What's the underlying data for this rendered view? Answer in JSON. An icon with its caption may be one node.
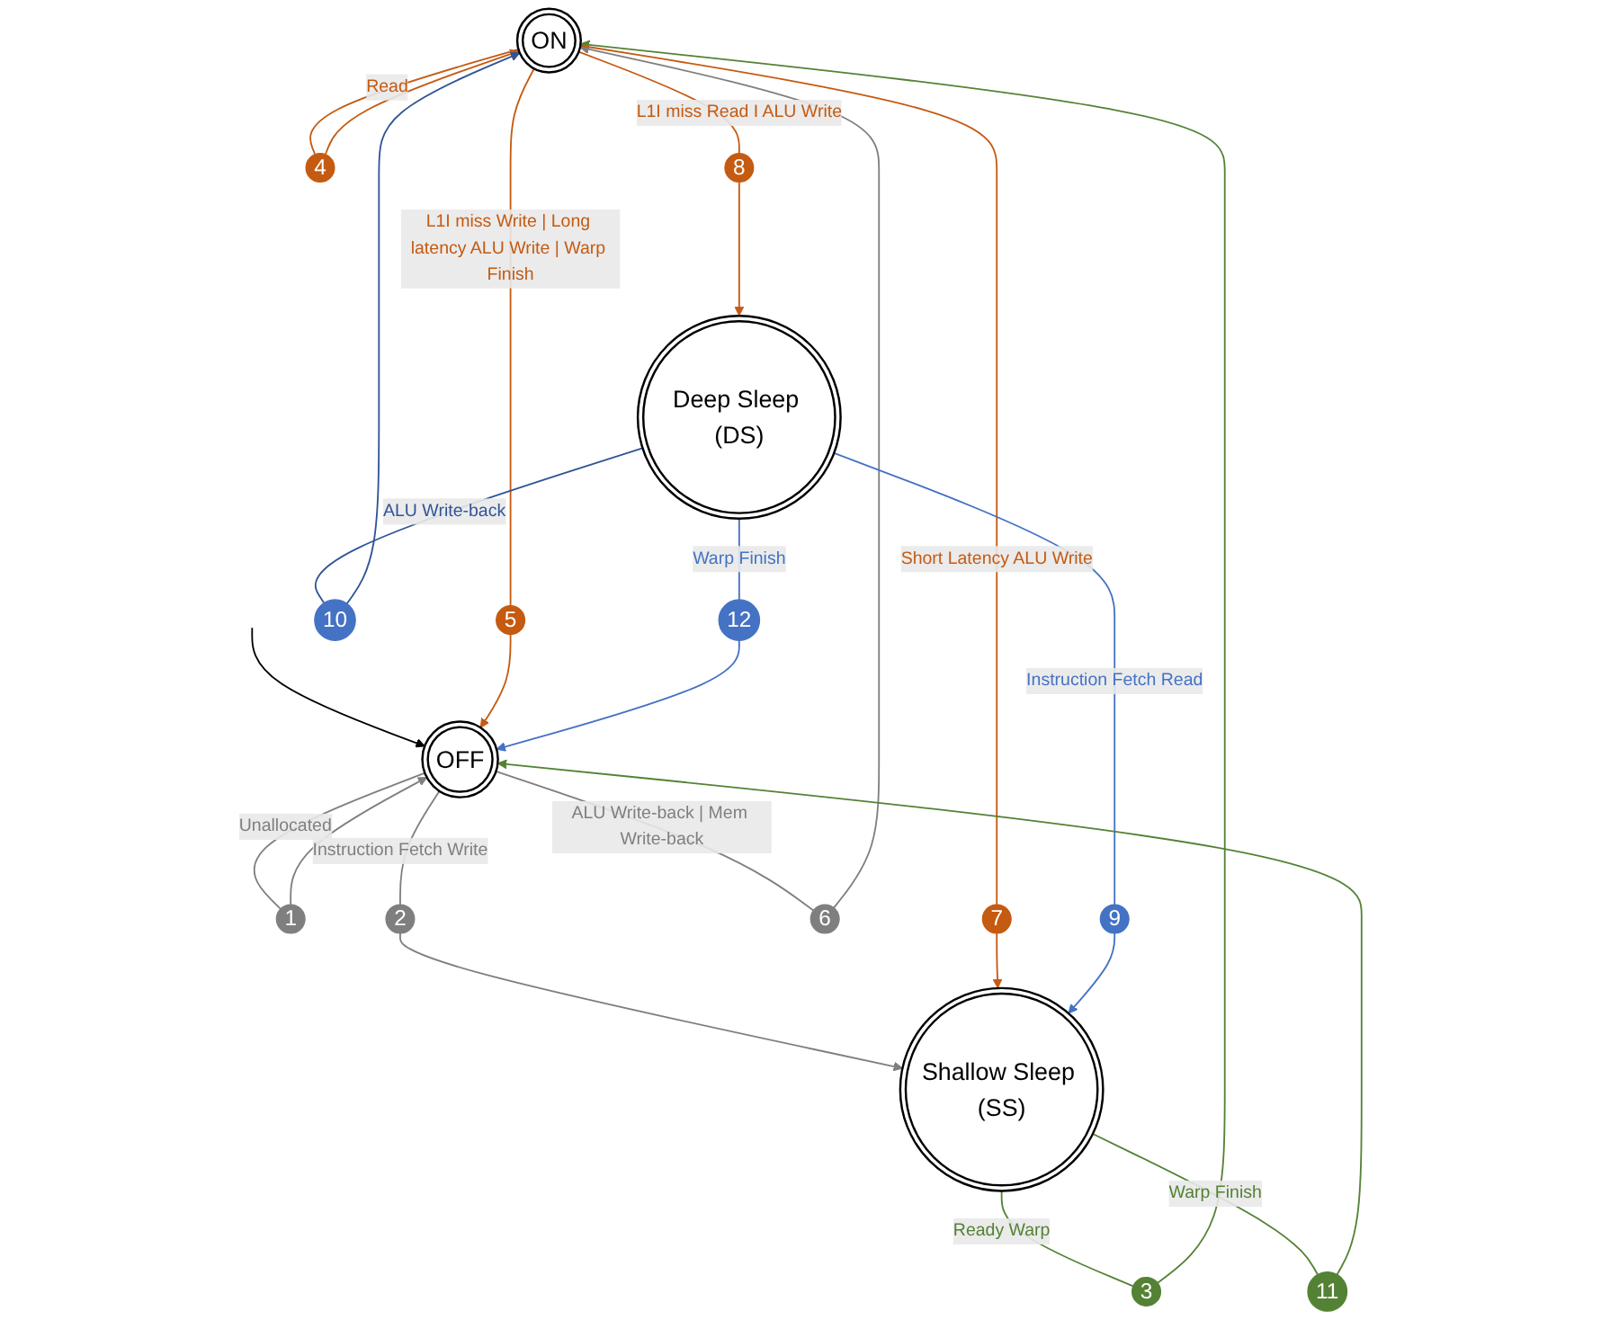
{
  "diagram": {
    "nodes": [
      {
        "text": [
          "ON"
        ]
      },
      {
        "text": [
          "OFF"
        ]
      },
      {
        "text": [
          "Shallow Sleep (SS)"
        ]
      },
      {
        "text": [
          "Deep Sleep (DS)"
        ]
      },
      {
        "text": [
          "1"
        ]
      },
      {
        "text": [
          "2"
        ]
      },
      {
        "text": [
          "3"
        ]
      },
      {
        "text": [
          "4"
        ]
      },
      {
        "text": [
          "5"
        ]
      },
      {
        "text": [
          "6"
        ]
      },
      {
        "text": [
          "7"
        ]
      },
      {
        "text": [
          "8"
        ]
      },
      {
        "text": [
          "9"
        ]
      },
      {
        "text": [
          "10"
        ]
      },
      {
        "text": [
          "11"
        ]
      },
      {
        "text": [
          "12"
        ]
      }
    ],
    "edges": [
      {
        "from": null,
        "to": 1,
        "arrow": "to",
        "color": "#000000"
      },
      {
        "from": 1,
        "to": 4,
        "arrow": "none",
        "label": "Unallocated",
        "color": "#7f7f7f"
      },
      {
        "from": 4,
        "to": 1,
        "arrow": "to",
        "color": "#7f7f7f"
      },
      {
        "from": 1,
        "to": 5,
        "arrow": "none",
        "label": "Instruction Fetch Write",
        "color": "#7f7f7f"
      },
      {
        "from": 5,
        "to": 2,
        "arrow": "to",
        "color": "#7f7f7f"
      },
      {
        "from": 2,
        "to": 6,
        "arrow": "none",
        "label": "Ready Warp",
        "color": "#548235"
      },
      {
        "from": 6,
        "to": 0,
        "arrow": "to",
        "color": "#548235"
      },
      {
        "from": 0,
        "to": 7,
        "arrow": "none",
        "label": "Read",
        "color": "#c55a11"
      },
      {
        "from": 7,
        "to": 0,
        "arrow": "to",
        "color": "#c55a11"
      },
      {
        "from": 0,
        "to": 8,
        "arrow": "none",
        "label": "L1I miss Write | Long latency ALU Write | Warp Finish",
        "color": "#c55a11"
      },
      {
        "from": 8,
        "to": 1,
        "arrow": "to",
        "color": "#c55a11"
      },
      {
        "from": 1,
        "to": 9,
        "arrow": "none",
        "label": "ALU Write-back | Mem Write-back",
        "color": "#7f7f7f"
      },
      {
        "from": 9,
        "to": 0,
        "arrow": "to",
        "color": "#7f7f7f"
      },
      {
        "from": 0,
        "to": 10,
        "arrow": "none",
        "label": "Short Latency ALU Write",
        "color": "#c55a11"
      },
      {
        "from": 10,
        "to": 2,
        "arrow": "to",
        "color": "#c55a11"
      },
      {
        "from": 0,
        "to": 11,
        "arrow": "none",
        "label": "L1I miss Read I ALU Write",
        "color": "#c55a11"
      },
      {
        "from": 11,
        "to": 3,
        "arrow": "to",
        "color": "#c55a11"
      },
      {
        "from": 3,
        "to": 12,
        "arrow": "none",
        "label": "Instruction Fetch Read",
        "color": "#4472c4"
      },
      {
        "from": 12,
        "to": 2,
        "arrow": "to",
        "color": "#4472c4"
      },
      {
        "from": 3,
        "to": 13,
        "arrow": "none",
        "label": "ALU Write-back",
        "color": "#2f5597"
      },
      {
        "from": 13,
        "to": 0,
        "arrow": "to",
        "color": "#2f5597"
      },
      {
        "from": 2,
        "to": 14,
        "arrow": "none",
        "label": "Warp Finish",
        "color": "#548235"
      },
      {
        "from": 14,
        "to": 1,
        "arrow": "to",
        "color": "#548235"
      },
      {
        "from": 3,
        "to": 15,
        "arrow": "none",
        "label": "Warp Finish",
        "color": "#4472c4"
      },
      {
        "from": 15,
        "to": 1,
        "arrow": "to",
        "color": "#4472c4"
      }
    ]
  }
}
